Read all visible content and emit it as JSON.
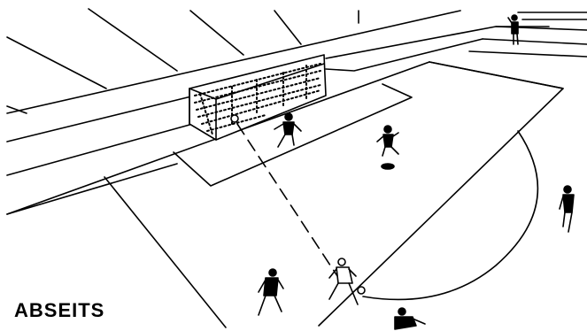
{
  "screen": {
    "caption": "ABSEITS",
    "style": "black-and-white line drawing",
    "colors": {
      "ink": "#000000",
      "paper": "#ffffff"
    }
  },
  "scene": {
    "players_on_pitch": 6,
    "linesman_visible": true,
    "pass_shown_as": "dashed-line",
    "goal_net": "dotted"
  }
}
